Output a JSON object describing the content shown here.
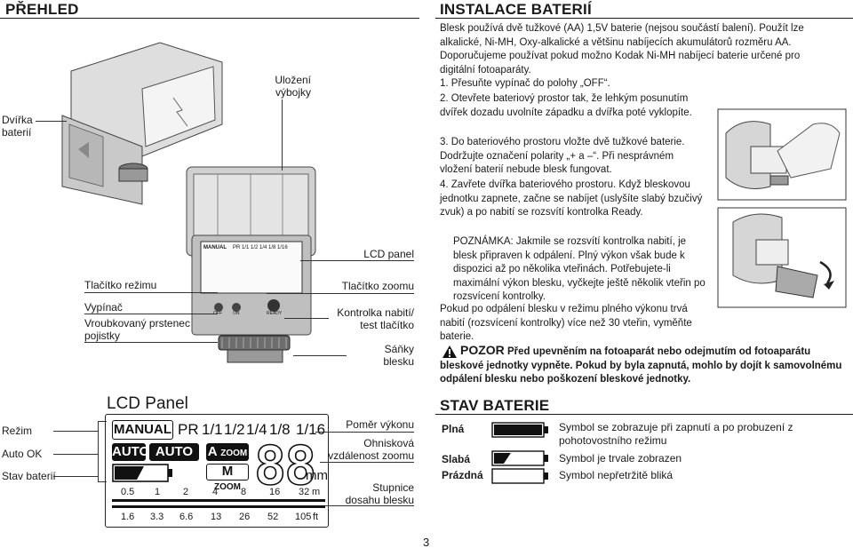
{
  "left": {
    "title": "PŘEHLED",
    "labels": {
      "flash_housing": "Uložení\nvýbojky",
      "door": "Dvířka\nbaterií",
      "lcd_panel": "LCD panel",
      "mode_button": "Tlačítko režimu",
      "zoom_button": "Tlačítko zoomu",
      "power_switch": "Vypínač",
      "ready_light": "Kontrolka nabití/\ntest tlačítko",
      "lock_ring": "Vroubkovaný prstenec\npojistky",
      "shoe": "Sáňky\nblesku"
    },
    "flash_small_lcd": {
      "manual": "MANUAL",
      "ratios": "PR  1/1  1/2  1/4  1/8  1/16",
      "off": "OFF",
      "on": "ON",
      "ready": "READY"
    },
    "lcd_section": {
      "title": "LCD Panel",
      "labels": {
        "mode": "Režim",
        "auto_ok": "Auto OK",
        "battery": "Stav baterií",
        "power_ratio": "Poměr výkonu",
        "zoom_focal": "Ohnisková\nvzdálenost zoomu",
        "range_scale": "Stupnice\ndosahu blesku"
      },
      "display": {
        "manual": "MANUAL",
        "pr": "PR",
        "ratios": [
          "1/1",
          "1/2",
          "1/4",
          "1/8",
          "1/16"
        ],
        "auto": "AUTO",
        "auto_ok": "AUTO OK",
        "a_zoom": "A",
        "m_zoom": "M",
        "zoom_word": "ZOOM",
        "digits": "88",
        "unit": "mm",
        "meters": [
          "0.5",
          "1",
          "2",
          "4",
          "8",
          "16",
          "32"
        ],
        "meters_unit": "m",
        "feet": [
          "1.6",
          "3.3",
          "6.6",
          "13",
          "26",
          "52",
          "105"
        ],
        "feet_unit": "ft"
      }
    }
  },
  "right": {
    "title": "INSTALACE BATERIÍ",
    "intro": "Blesk používá dvě tužkové (AA) 1,5V baterie (nejsou součástí balení). Použít lze alkalické, Ni-MH, Oxy-alkalické a většinu nabíjecích akumulátorů rozměru AA. Doporučujeme používat pokud možno Kodak Ni-MH nabíjecí baterie určené pro digitální fotoaparáty.",
    "steps": [
      "1. Přesuňte vypínač do polohy „OFF“.",
      "2. Otevřete bateriový prostor tak, že lehkým posunutím dvířek dozadu uvolníte západku a dvířka poté vyklopíte.",
      "3. Do bateriového prostoru vložte dvě tužkové baterie. Dodržujte označení polarity „+ a –“. Při nesprávném vložení baterií nebude blesk fungovat.",
      "4. Zavřete dvířka bateriového prostoru. Když bleskovou jednotku zapnete, začne se nabíjet (uslyšíte slabý bzučivý zvuk) a po nabití se rozsvítí kontrolka Ready."
    ],
    "note": "POZNÁMKA: Jakmile se rozsvítí kontrolka nabití, je blesk připraven k odpálení. Plný výkon však bude k dispozici až po několika vteřinách. Potřebujete-li maximální výkon blesku, vyčkejte ještě několik vteřin po rozsvícení kontrolky.",
    "after_note": "Pokud po odpálení blesku v režimu plného výkonu trvá nabití (rozsvícení kontrolky) více než 30 vteřin, vyměňte baterie.",
    "warning_word": "POZOR",
    "warning_text": "Před upevněním na fotoaparát nebo odejmutím od fotoaparátu bleskové jednotky vypněte. Pokud by byla zapnutá, mohlo by dojít k samovolnému odpálení blesku nebo poškození bleskové jednotky.",
    "battery_title": "STAV BATERIE",
    "battery_rows": [
      {
        "label": "Plná",
        "desc": "Symbol se zobrazuje při zapnutí a po probuzení z pohotovostního režimu",
        "fill": 1.0
      },
      {
        "label": "Slabá",
        "desc": "Symbol je trvale zobrazen",
        "fill": 0.35
      },
      {
        "label": "Prázdná",
        "desc": "Symbol nepřetržitě bliká",
        "fill": 0.0
      }
    ]
  },
  "page_number": "3"
}
